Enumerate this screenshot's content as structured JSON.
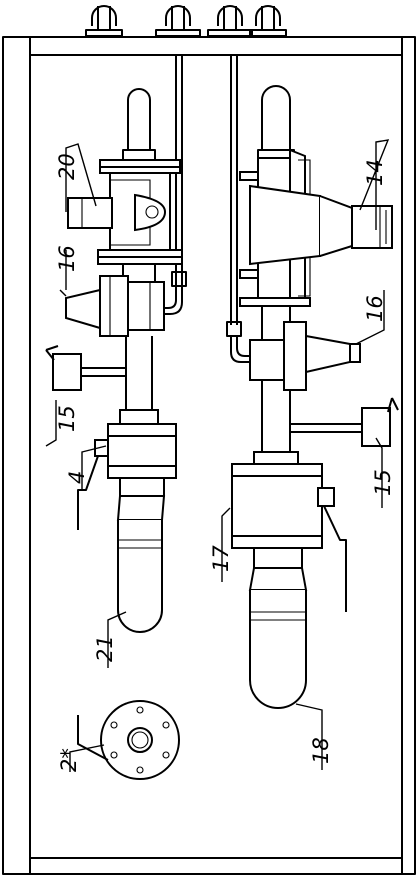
{
  "callouts": {
    "c20": "20",
    "c14": "14",
    "c16a": "16",
    "c16b": "16",
    "c15a": "15",
    "c15b": "15",
    "c4": "4",
    "c17": "17",
    "c21": "21",
    "c18": "18",
    "c2": "2*"
  }
}
